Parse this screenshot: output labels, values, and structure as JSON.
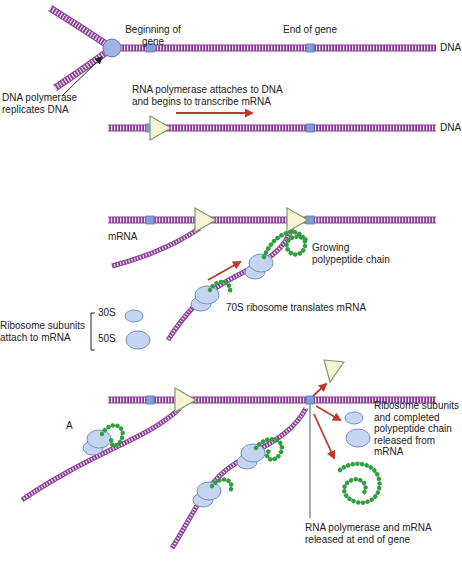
{
  "diagram": {
    "labels": [
      "Beginning of gene",
      "End of gene",
      "DNA polymerase replicates DNA",
      "DNA",
      "RNA polymerase attaches to DNA and begins to transcribe mRNA",
      "DNA",
      "mRNA",
      "Growing polypeptide chain",
      "70S ribosome translates mRNA",
      "Ribosome subunits attach to mRNA",
      "30S",
      "50S",
      "A",
      "Ribosome subunits and completed polypeptide chain released from mRNA",
      "RNA polymerase and mRNA released at end of gene"
    ]
  }
}
